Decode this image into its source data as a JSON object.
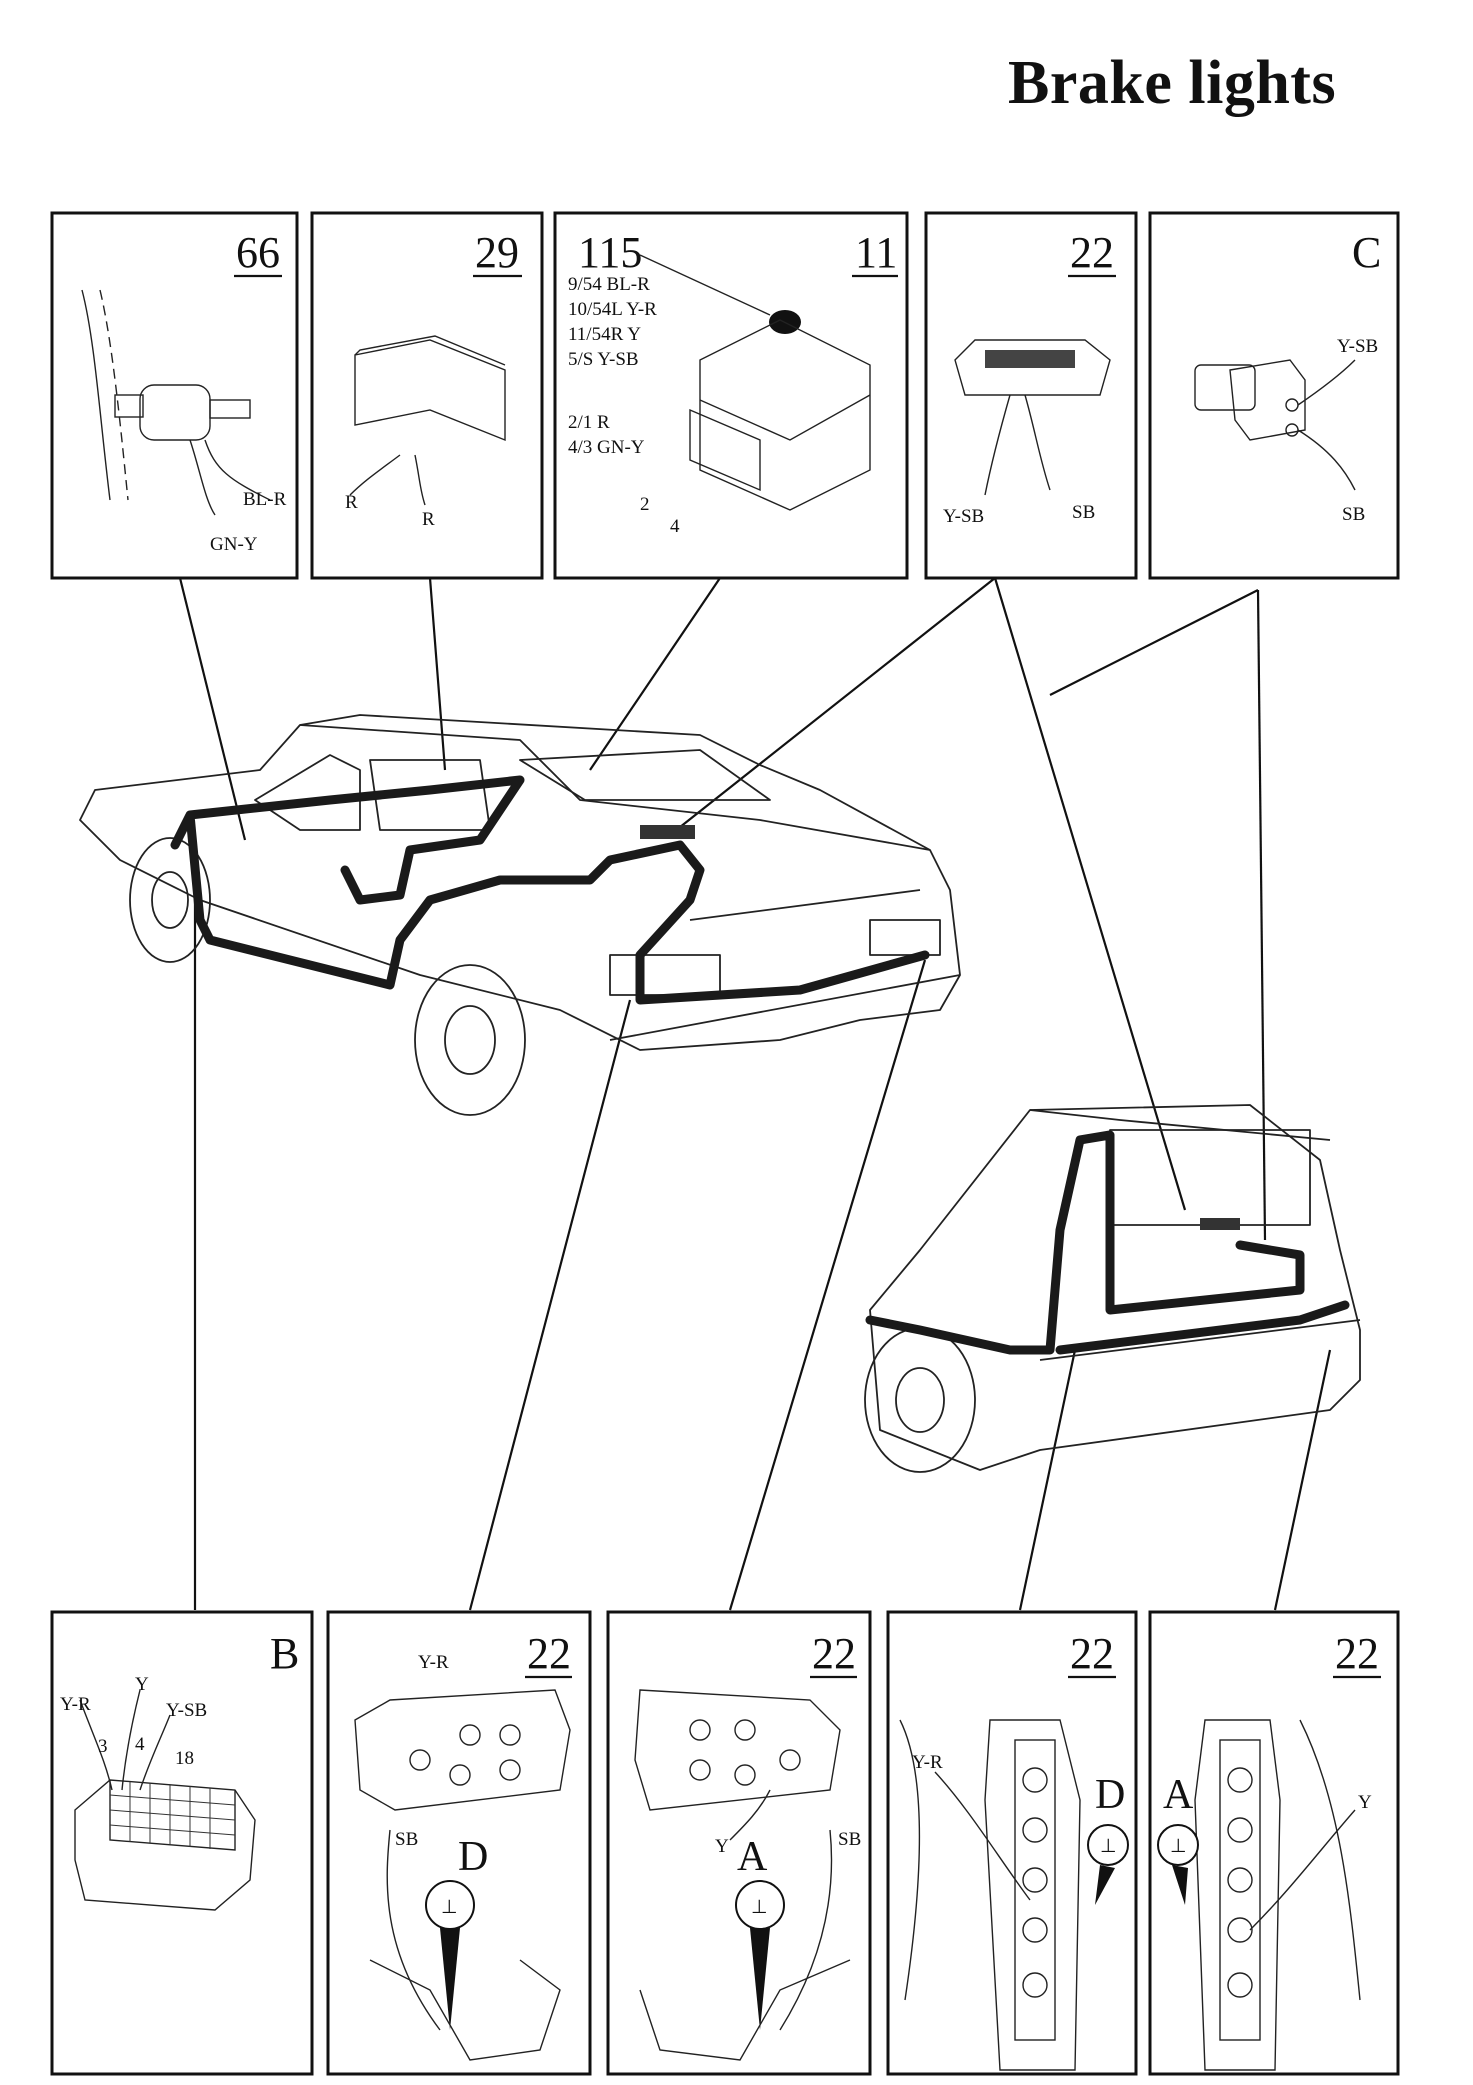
{
  "title": "Brake lights",
  "panels": {
    "p66": {
      "number": "66",
      "labels": [
        "BL-R",
        "GN-Y"
      ]
    },
    "p29": {
      "number": "29",
      "labels": [
        "R",
        "R"
      ]
    },
    "p11": {
      "number": "11",
      "ref": "115",
      "legend": [
        "9/54 BL-R",
        "10/54L Y-R",
        "11/54R Y",
        "5/S Y-SB",
        "2/1 R",
        "4/3 GN-Y"
      ],
      "pins": [
        "2",
        "4"
      ]
    },
    "p22a": {
      "number": "22",
      "labels": [
        "Y-SB",
        "SB"
      ]
    },
    "pC": {
      "number": "C",
      "labels": [
        "Y-SB",
        "SB"
      ]
    },
    "pB": {
      "number": "B",
      "labels": [
        "Y-R",
        "Y",
        "Y-SB",
        "3",
        "4",
        "18"
      ]
    },
    "p22b": {
      "number": "22",
      "labels": [
        "Y-R",
        "SB"
      ],
      "ground": "D"
    },
    "p22c": {
      "number": "22",
      "labels": [
        "Y",
        "SB"
      ],
      "ground": "A"
    },
    "p22d": {
      "number": "22",
      "labels": [
        "Y-R"
      ],
      "ground": "D"
    },
    "p22e": {
      "number": "22",
      "labels": [
        "Y"
      ],
      "ground": "A"
    }
  },
  "ground_symbol": "⊥"
}
